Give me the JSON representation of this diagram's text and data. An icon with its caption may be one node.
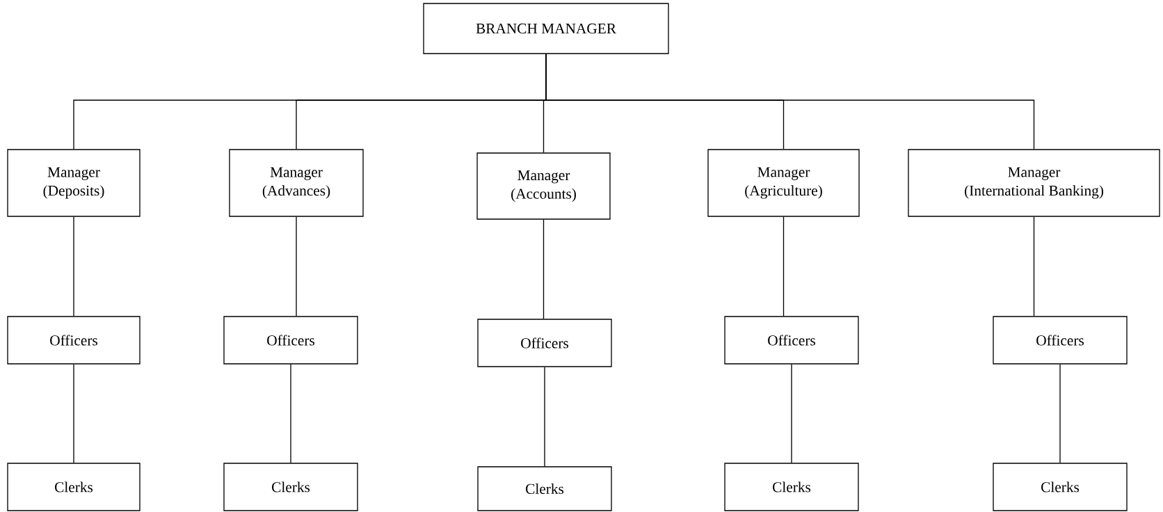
{
  "diagram": {
    "nodes": [
      {
        "text": [
          "BRANCH MANAGER"
        ]
      },
      {
        "text": [
          "Manager",
          "(Deposits)"
        ]
      },
      {
        "text": [
          "Manager",
          "(Advances)"
        ]
      },
      {
        "text": [
          "Manager",
          "(Accounts)"
        ]
      },
      {
        "text": [
          "Manager",
          "(Agriculture)"
        ]
      },
      {
        "text": [
          "Manager",
          "(International Banking)"
        ]
      },
      {
        "text": [
          "Officers"
        ]
      },
      {
        "text": [
          "Officers"
        ]
      },
      {
        "text": [
          "Officers"
        ]
      },
      {
        "text": [
          "Officers"
        ]
      },
      {
        "text": [
          "Officers"
        ]
      },
      {
        "text": [
          "Clerks"
        ]
      },
      {
        "text": [
          "Clerks"
        ]
      },
      {
        "text": [
          "Clerks"
        ]
      },
      {
        "text": [
          "Clerks"
        ]
      },
      {
        "text": [
          "Clerks"
        ]
      }
    ],
    "edges": [
      {
        "from": 0,
        "to": 1,
        "arrow": "none"
      },
      {
        "from": 0,
        "to": 2,
        "arrow": "none"
      },
      {
        "from": 0,
        "to": 3,
        "arrow": "none"
      },
      {
        "from": 0,
        "to": 4,
        "arrow": "none"
      },
      {
        "from": 0,
        "to": 5,
        "arrow": "none"
      },
      {
        "from": 1,
        "to": 6,
        "arrow": "none"
      },
      {
        "from": 2,
        "to": 7,
        "arrow": "none"
      },
      {
        "from": 3,
        "to": 8,
        "arrow": "none"
      },
      {
        "from": 4,
        "to": 9,
        "arrow": "none"
      },
      {
        "from": 5,
        "to": 10,
        "arrow": "none"
      },
      {
        "from": 6,
        "to": 11,
        "arrow": "none"
      },
      {
        "from": 7,
        "to": 12,
        "arrow": "none"
      },
      {
        "from": 8,
        "to": 13,
        "arrow": "none"
      },
      {
        "from": 9,
        "to": 14,
        "arrow": "none"
      },
      {
        "from": 10,
        "to": 15,
        "arrow": "none"
      }
    ]
  }
}
